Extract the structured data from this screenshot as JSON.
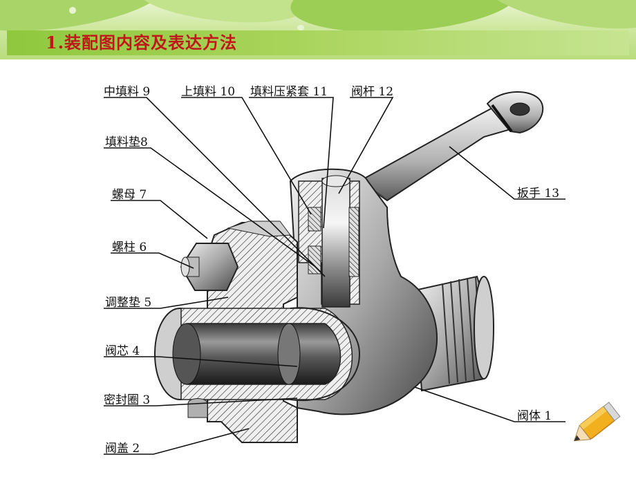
{
  "slide": {
    "title": "1.装配图内容及表达方法"
  },
  "diagram": {
    "labels": {
      "middle_packing": "中填料 9",
      "upper_packing": "上填料 10",
      "packing_gland": "填料压紧套 11",
      "valve_stem": "阀杆 12",
      "packing_washer": "填料垫8",
      "nut": "螺母 7",
      "stud": "螺柱 6",
      "adjusting_washer": "调整垫 5",
      "valve_core": "阀芯 4",
      "seal_ring": "密封圈 3",
      "valve_cover": "阀盖 2",
      "handle": "扳手 13",
      "valve_body": "阀体 1"
    }
  },
  "decor": {
    "pencil": "pencil-icon"
  }
}
